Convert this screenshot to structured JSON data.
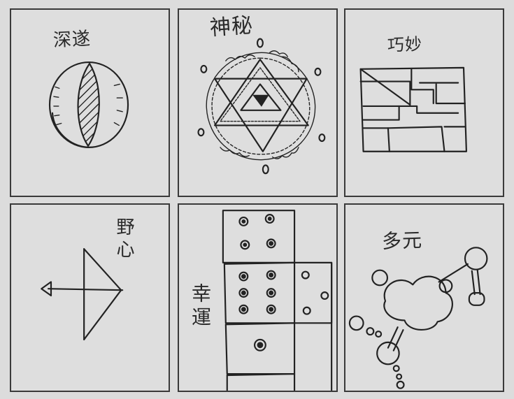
{
  "panels": [
    {
      "caption": "深遂",
      "illustration": "striped-lens-sphere"
    },
    {
      "caption": "神秘",
      "illustration": "mystic-triangle-circle"
    },
    {
      "caption": "巧妙",
      "illustration": "maze-puzzle-square"
    },
    {
      "caption": "野心",
      "illustration": "bow-and-arrow"
    },
    {
      "caption": "幸運",
      "illustration": "dice-net"
    },
    {
      "caption": "多元",
      "illustration": "molecule-structure"
    }
  ],
  "colors": {
    "background": "#dcdcdc",
    "panel": "#dedede",
    "ink": "#222222",
    "border": "#3a3a3a"
  }
}
